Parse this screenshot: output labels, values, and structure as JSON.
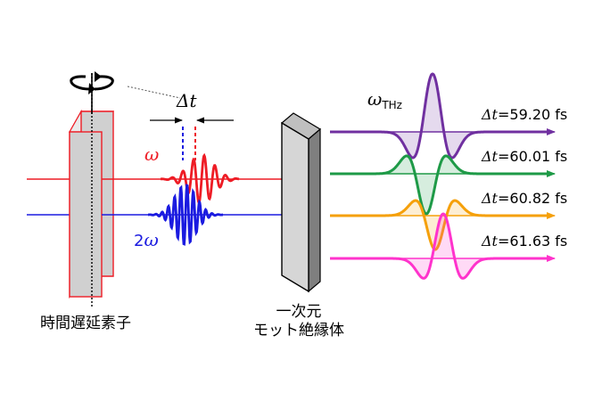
{
  "colors": {
    "omega": "#ee1c25",
    "two_omega": "#1b1be0",
    "purple": "#7030a0",
    "green": "#1e9a47",
    "orange": "#f5a00a",
    "magenta": "#ff33cc",
    "plate_front": "#d0d0d0",
    "plate_side": "#7f7f7f"
  },
  "labels": {
    "delta_t": "Δt",
    "omega": "ω",
    "two_omega_prefix": "2",
    "two_omega_symbol": "ω",
    "omega_thz_symbol": "ω",
    "omega_thz_sub": "THz",
    "time_delay_element": "時間遅延素子",
    "mott_line1": "一次元",
    "mott_line2": "モット絶縁体"
  },
  "traces": [
    {
      "delta": "Δt",
      "eq": "=",
      "value": "59.20 fs",
      "color": "#7030a0"
    },
    {
      "delta": "Δt",
      "eq": "=",
      "value": "60.01 fs",
      "color": "#1e9a47"
    },
    {
      "delta": "Δt",
      "eq": "=",
      "value": "60.82 fs",
      "color": "#f5a00a"
    },
    {
      "delta": "Δt",
      "eq": "=",
      "value": "61.63 fs",
      "color": "#ff33cc"
    }
  ]
}
